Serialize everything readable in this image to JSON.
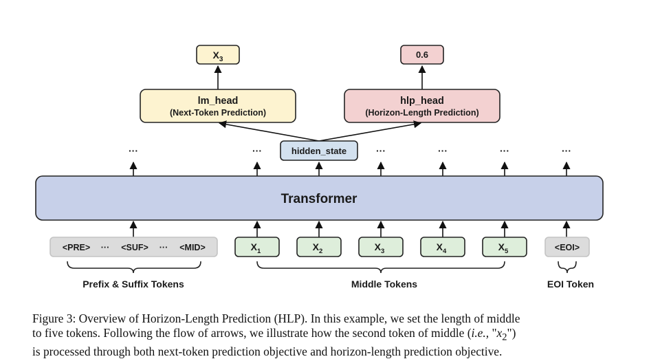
{
  "colors": {
    "yellow": "#fdf3d0",
    "pink": "#f3d1d1",
    "blue": "#c7d0e9",
    "hidden": "#d3e1ef",
    "green": "#deeedb",
    "gray": "#dcdcdc"
  },
  "outputs": {
    "lm_output": {
      "base": "X",
      "sub": "3"
    },
    "hlp_output": "0.6"
  },
  "heads": {
    "lm_head": {
      "title": "lm_head",
      "subtitle": "(Next-Token Prediction)"
    },
    "hlp_head": {
      "title": "hlp_head",
      "subtitle": "(Horizon-Length Prediction)"
    }
  },
  "hidden_state": "hidden_state",
  "ellipsis": "···",
  "transformer": "Transformer",
  "prefix_tokens": [
    "<PRE>",
    "···",
    "<SUF>",
    "···",
    "<MID>"
  ],
  "middle_tokens": [
    {
      "base": "X",
      "sub": "1"
    },
    {
      "base": "X",
      "sub": "2"
    },
    {
      "base": "X",
      "sub": "3"
    },
    {
      "base": "X",
      "sub": "4"
    },
    {
      "base": "X",
      "sub": "5"
    }
  ],
  "eoi_token": "<EOI>",
  "groups": {
    "prefix_suffix": "Prefix & Suffix Tokens",
    "middle": "Middle Tokens",
    "eoi": "EOI Token"
  },
  "caption": {
    "line1": "Figure 3: Overview of Horizon-Length Prediction (HLP). In this example, we set the length of middle",
    "line2_a": "to five tokens. Following the flow of arrows, we illustrate how the second token of middle (",
    "line2_ie": "i.e.,",
    "line2_q1": " \"",
    "line2_var": "x",
    "line2_sub": "2",
    "line2_q2": "\")",
    "line3": "is processed through both next-token prediction objective and horizon-length prediction objective."
  }
}
